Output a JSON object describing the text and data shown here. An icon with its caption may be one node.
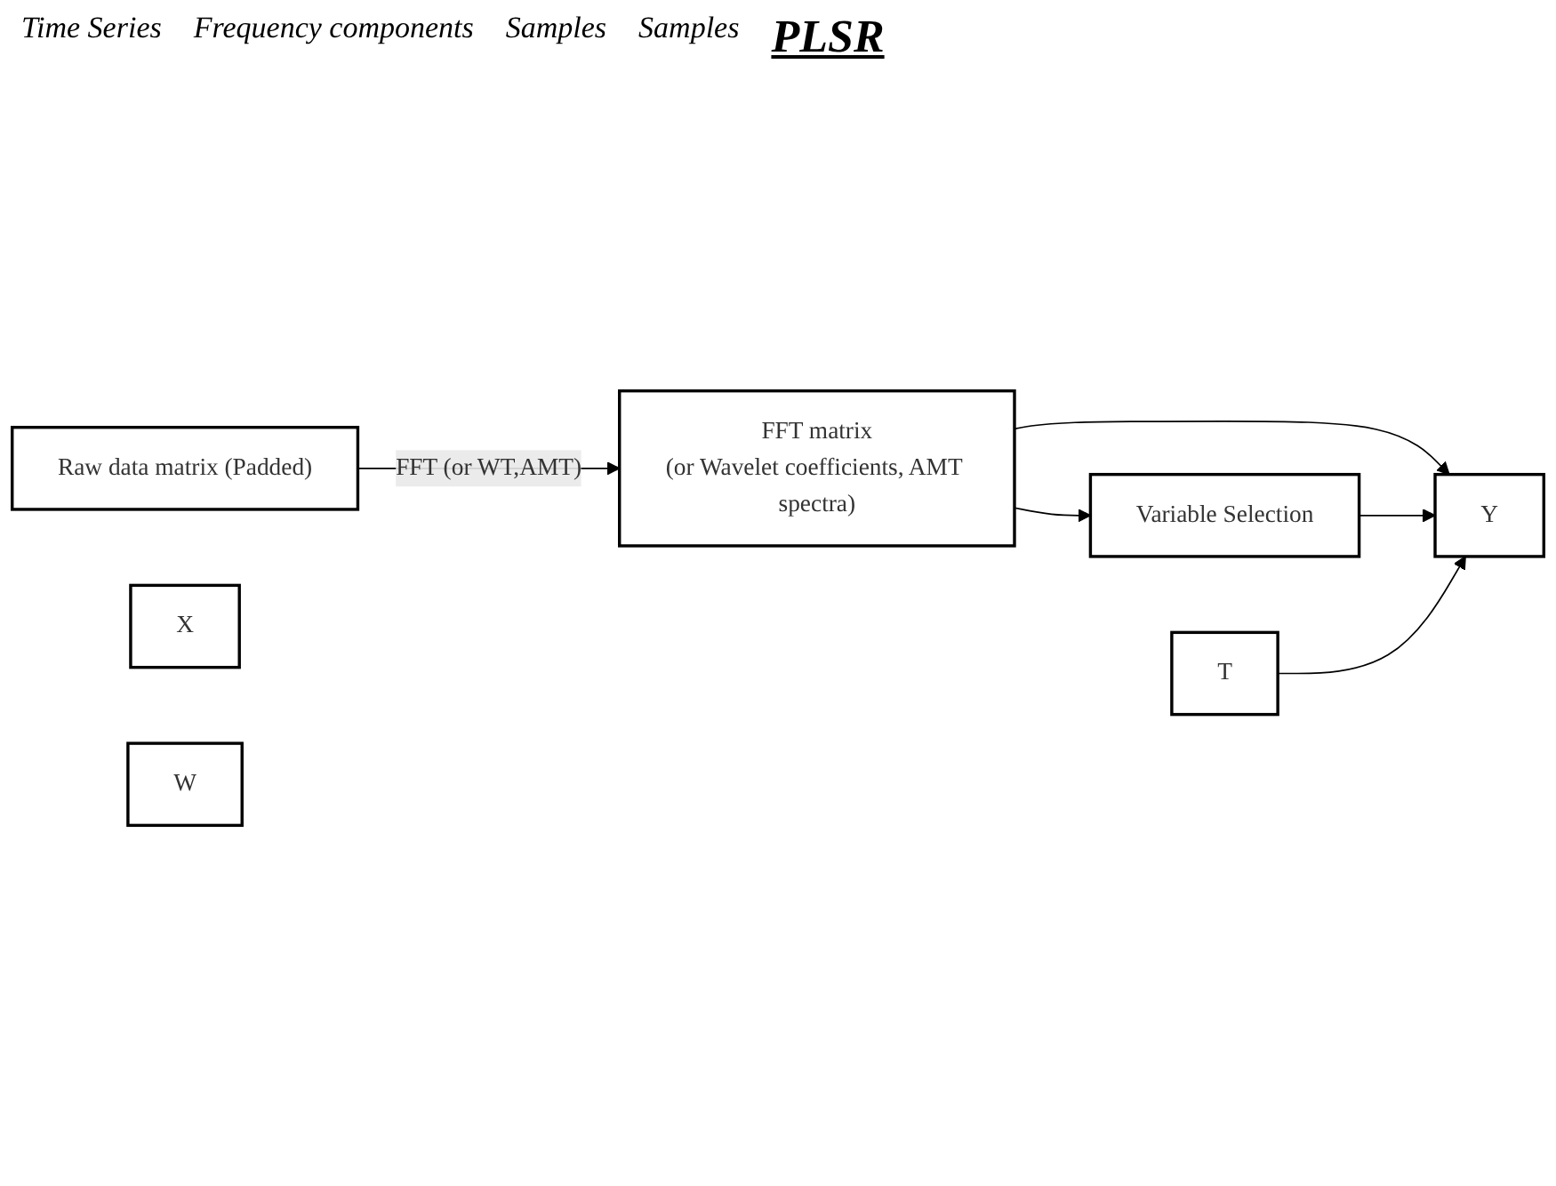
{
  "diagram": {
    "nodes": [
      {
        "text": [
          "Raw data matrix (Padded)"
        ]
      },
      {
        "text": [
          "FFT matrix",
          "(or Wavelet coefficients, AMT spectra)"
        ]
      },
      {
        "text": [
          "Variable Selection"
        ]
      },
      {
        "text": [
          "X"
        ]
      },
      {
        "text": [
          "T"
        ]
      },
      {
        "text": [
          "Y"
        ]
      },
      {
        "text": [
          "W"
        ]
      }
    ],
    "edges": [
      {
        "from": 0,
        "to": 1,
        "arrow": "to",
        "label": "FFT (or WT,AMT)"
      },
      {
        "from": 1,
        "to": 5,
        "arrow": "to"
      },
      {
        "from": 1,
        "to": 2,
        "arrow": "to"
      },
      {
        "from": 2,
        "to": 5,
        "arrow": "to"
      },
      {
        "from": 4,
        "to": 5,
        "arrow": "to"
      }
    ],
    "labels": [
      "Time Series",
      "Frequency components",
      "Samples",
      "Samples",
      "PLSR"
    ]
  }
}
